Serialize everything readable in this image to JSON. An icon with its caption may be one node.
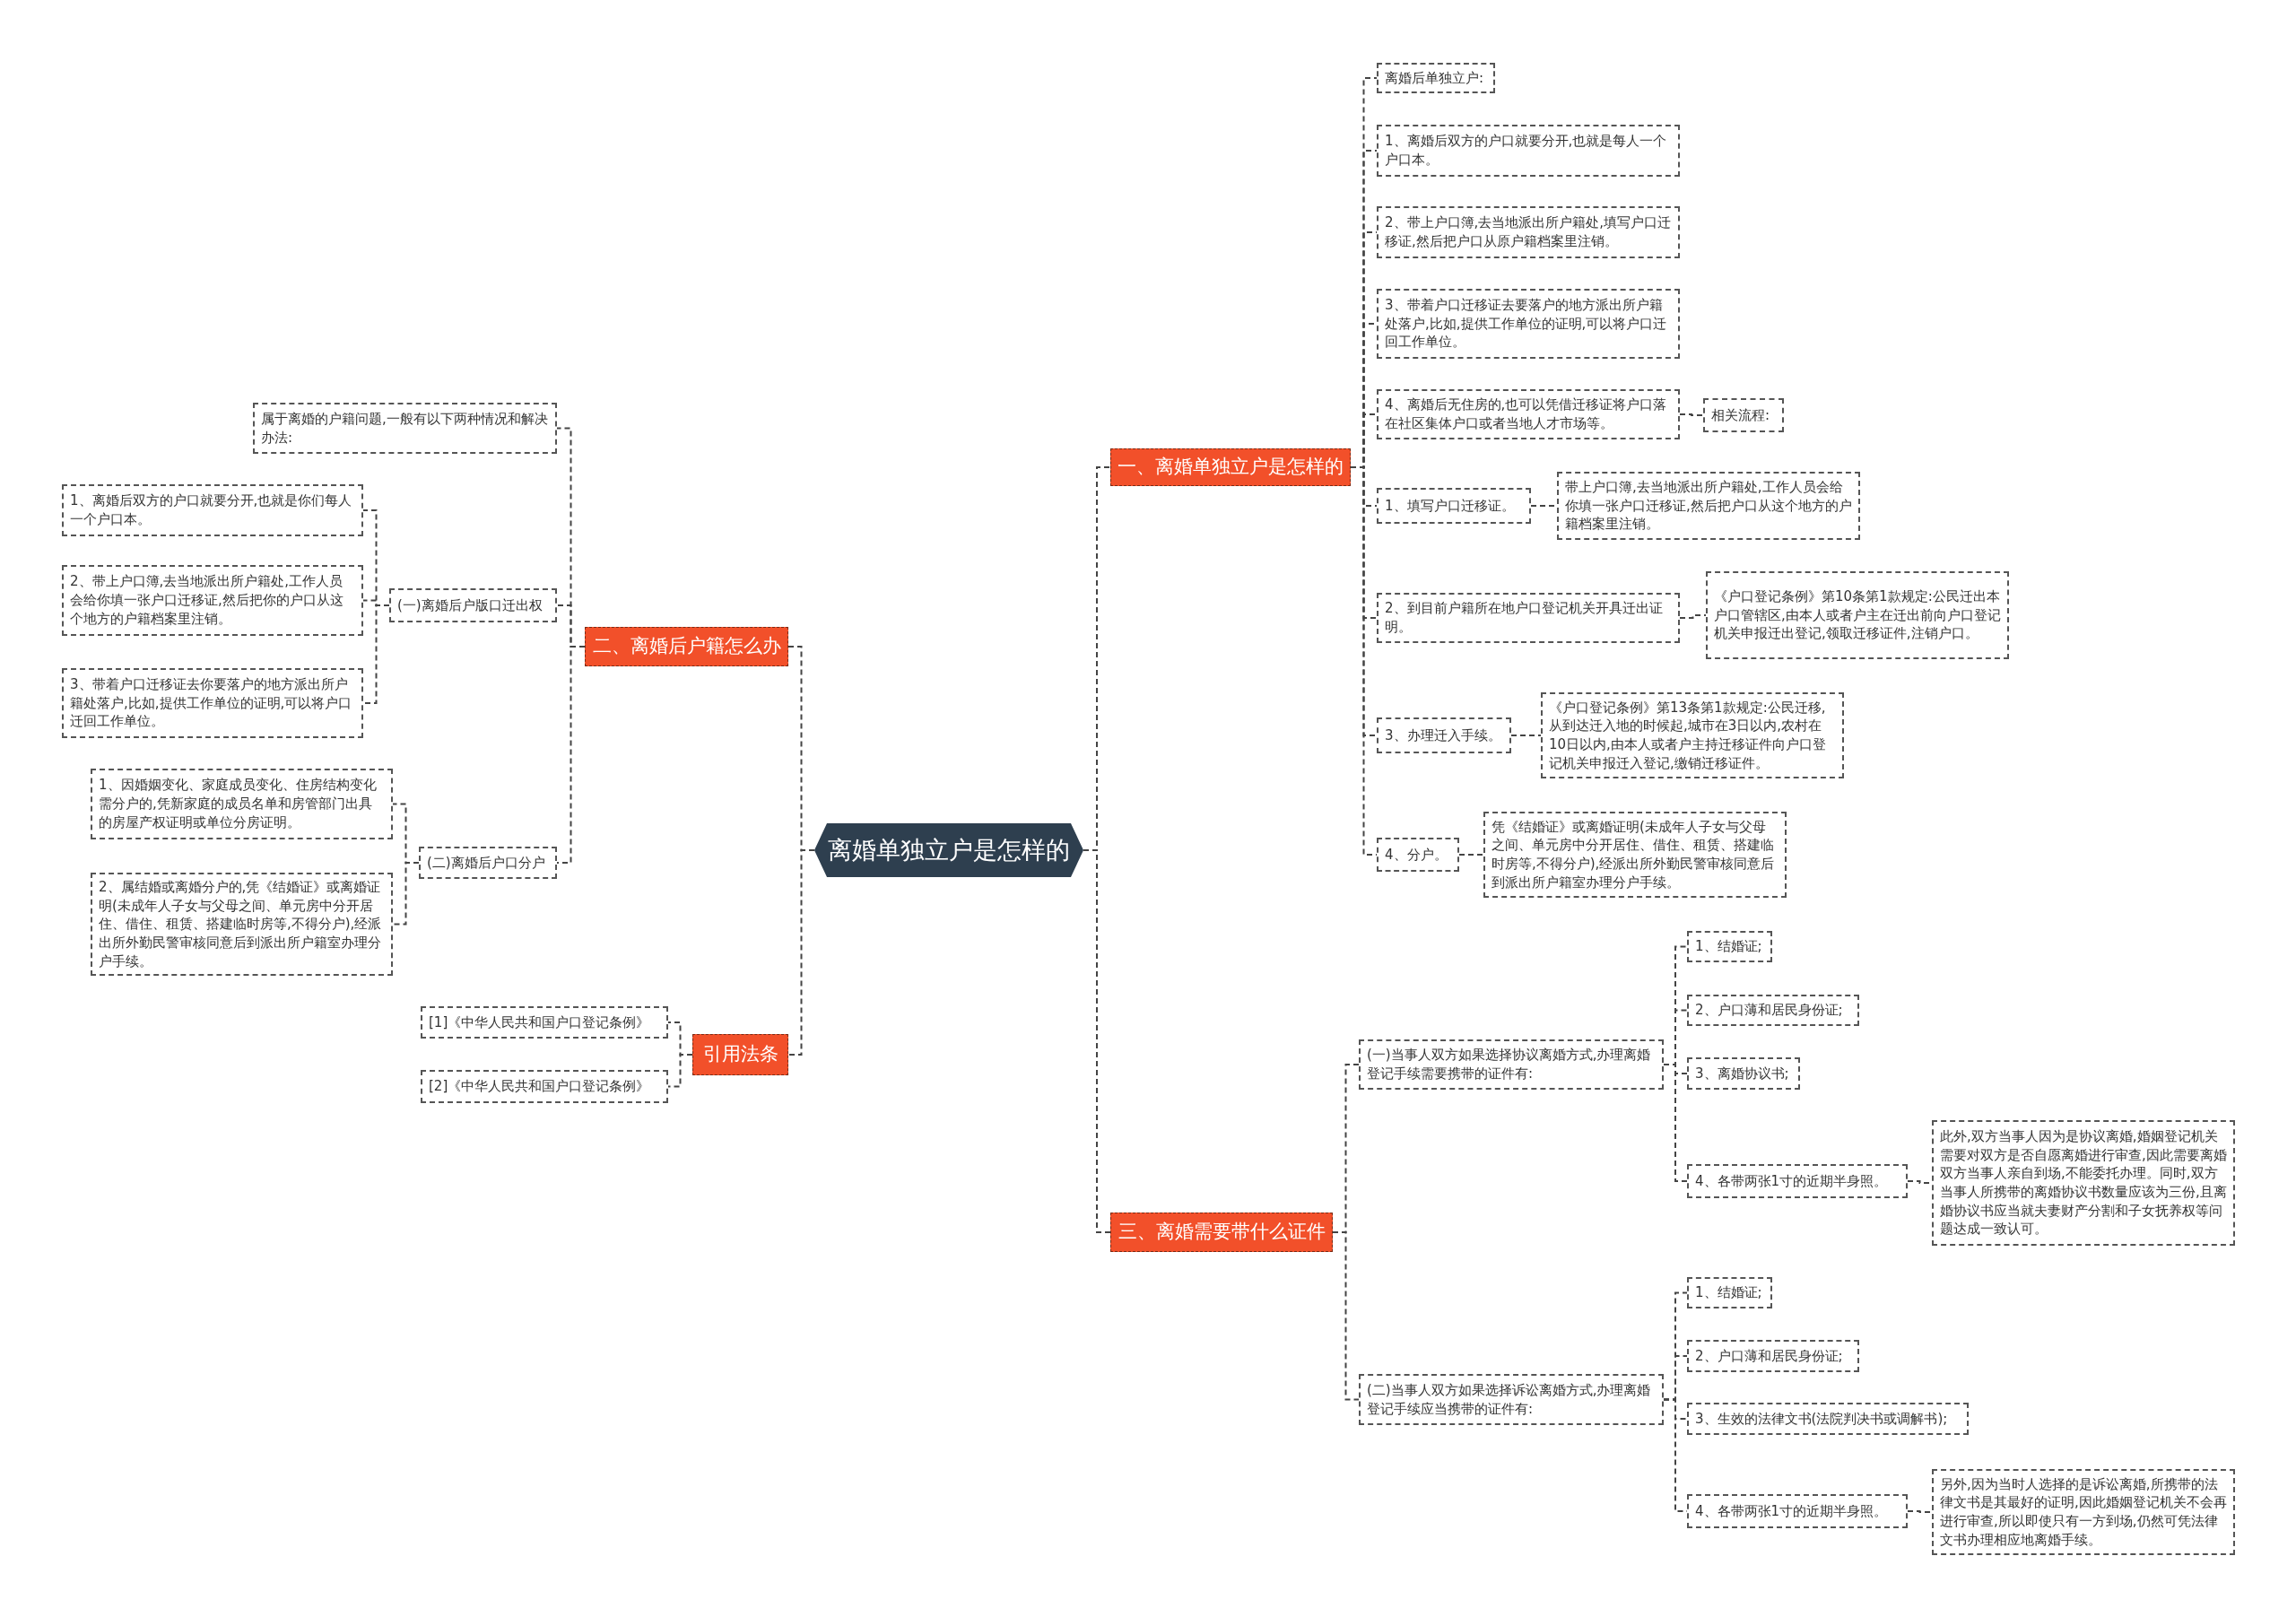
{
  "diagram": {
    "nodes": [
      {
        "text": [
          "离婚单独立户是怎样的"
        ]
      },
      {
        "text": [
          "一、离婚单独立户是怎样的"
        ]
      },
      {
        "text": [
          "离婚后单独立户:"
        ]
      },
      {
        "text": [
          "1、离婚后双方的户口就要分开,也就是每人一个户口本。"
        ]
      },
      {
        "text": [
          "2、带上户口簿,去当地派出所户籍处,填写户口迁移证,然后把户口从原户籍档案里注销。"
        ]
      },
      {
        "text": [
          "3、带着户口迁移证去要落户的地方派出所户籍处落户,比如,提供工作单位的证明,可以将户口迁回工作单位。"
        ]
      },
      {
        "text": [
          "4、离婚后无住房的,也可以凭借迁移证将户口落在社区集体户口或者当地人才市场等。"
        ]
      },
      {
        "text": [
          "相关流程:"
        ]
      },
      {
        "text": [
          "1、填写户口迁移证。"
        ]
      },
      {
        "text": [
          "带上户口簿,去当地派出所户籍处,工作人员会给你填一张户口迁移证,然后把户口从这个地方的户籍档案里注销。"
        ]
      },
      {
        "text": [
          "2、到目前户籍所在地户口登记机关开具迁出证明。"
        ]
      },
      {
        "text": [
          "《户口登记条例》第10条第1款规定:公民迁出本户口管辖区,由本人或者户主在迁出前向户口登记机关申报迁出登记,领取迁移证件,注销户口。"
        ]
      },
      {
        "text": [
          "3、办理迁入手续。"
        ]
      },
      {
        "text": [
          "《户口登记条例》第13条第1款规定:公民迁移,从到达迁入地的时候起,城市在3日以内,农村在10日以内,由本人或者户主持迁移证件向户口登记机关申报迁入登记,缴销迁移证件。"
        ]
      },
      {
        "text": [
          "4、分户。"
        ]
      },
      {
        "text": [
          "凭《结婚证》或离婚证明(未成年人子女与父母之间、单元房中分开居住、借住、租赁、搭建临时房等,不得分户),经派出所外勤民警审核同意后到派出所户籍室办理分户手续。"
        ]
      },
      {
        "text": [
          "三、离婚需要带什么证件"
        ]
      },
      {
        "text": [
          "(一)当事人双方如果选择协议离婚方式,办理离婚登记手续需要携带的证件有:"
        ]
      },
      {
        "text": [
          "1、结婚证;"
        ]
      },
      {
        "text": [
          "2、户口薄和居民身份证;"
        ]
      },
      {
        "text": [
          "3、离婚协议书;"
        ]
      },
      {
        "text": [
          "4、各带两张1寸的近期半身照。"
        ]
      },
      {
        "text": [
          "此外,双方当事人因为是协议离婚,婚姻登记机关需要对双方是否自愿离婚进行审查,因此需要离婚双方当事人亲自到场,不能委托办理。同时,双方当事人所携带的离婚协议书数量应该为三份,且离婚协议书应当就夫妻财产分割和子女抚养权等问题达成一致认可。"
        ]
      },
      {
        "text": [
          "(二)当事人双方如果选择诉讼离婚方式,办理离婚登记手续应当携带的证件有:"
        ]
      },
      {
        "text": [
          "1、结婚证;"
        ]
      },
      {
        "text": [
          "2、户口薄和居民身份证;"
        ]
      },
      {
        "text": [
          "3、生效的法律文书(法院判决书或调解书);"
        ]
      },
      {
        "text": [
          "4、各带两张1寸的近期半身照。"
        ]
      },
      {
        "text": [
          "另外,因为当时人选择的是诉讼离婚,所携带的法律文书是其最好的证明,因此婚姻登记机关不会再进行审查,所以即使只有一方到场,仍然可凭法律文书办理相应地离婚手续。"
        ]
      },
      {
        "text": [
          "二、离婚后户籍怎么办"
        ]
      },
      {
        "text": [
          "属于离婚的户籍问题,一般有以下两种情况和解决办法:"
        ]
      },
      {
        "text": [
          "(一)离婚后户版口迁出权"
        ]
      },
      {
        "text": [
          "1、离婚后双方的户口就要分开,也就是你们每人一个户口本。"
        ]
      },
      {
        "text": [
          "2、带上户口簿,去当地派出所户籍处,工作人员会给你填一张户口迁移证,然后把你的户口从这个地方的户籍档案里注销。"
        ]
      },
      {
        "text": [
          "3、带着户口迁移证去你要落户的地方派出所户籍处落户,比如,提供工作单位的证明,可以将户口迁回工作单位。"
        ]
      },
      {
        "text": [
          "(二)离婚后户口分户"
        ]
      },
      {
        "text": [
          "1、因婚姻变化、家庭成员变化、住房结构变化需分户的,凭新家庭的成员名单和房管部门出具的房屋产权证明或单位分房证明。"
        ]
      },
      {
        "text": [
          "2、属结婚或离婚分户的,凭《结婚证》或离婚证明(未成年人子女与父母之间、单元房中分开居住、借住、租赁、搭建临时房等,不得分户),经派出所外勤民警审核同意后到派出所户籍室办理分户手续。"
        ]
      },
      {
        "text": [
          "引用法条"
        ]
      },
      {
        "text": [
          "[1]《中华人民共和国户口登记条例》"
        ]
      },
      {
        "text": [
          "[2]《中华人民共和国户口登记条例》"
        ]
      }
    ],
    "edges": [
      {
        "from": 0,
        "to": 1,
        "arrow": "none"
      },
      {
        "from": 1,
        "to": 2,
        "arrow": "none"
      },
      {
        "from": 1,
        "to": 3,
        "arrow": "none"
      },
      {
        "from": 1,
        "to": 4,
        "arrow": "none"
      },
      {
        "from": 1,
        "to": 5,
        "arrow": "none"
      },
      {
        "from": 1,
        "to": 6,
        "arrow": "none"
      },
      {
        "from": 6,
        "to": 7,
        "arrow": "none"
      },
      {
        "from": 1,
        "to": 8,
        "arrow": "none"
      },
      {
        "from": 8,
        "to": 9,
        "arrow": "none"
      },
      {
        "from": 1,
        "to": 10,
        "arrow": "none"
      },
      {
        "from": 10,
        "to": 11,
        "arrow": "none"
      },
      {
        "from": 1,
        "to": 12,
        "arrow": "none"
      },
      {
        "from": 12,
        "to": 13,
        "arrow": "none"
      },
      {
        "from": 1,
        "to": 14,
        "arrow": "none"
      },
      {
        "from": 14,
        "to": 15,
        "arrow": "none"
      },
      {
        "from": 0,
        "to": 16,
        "arrow": "none"
      },
      {
        "from": 16,
        "to": 17,
        "arrow": "none"
      },
      {
        "from": 17,
        "to": 18,
        "arrow": "none"
      },
      {
        "from": 17,
        "to": 19,
        "arrow": "none"
      },
      {
        "from": 17,
        "to": 20,
        "arrow": "none"
      },
      {
        "from": 17,
        "to": 21,
        "arrow": "none"
      },
      {
        "from": 21,
        "to": 22,
        "arrow": "none"
      },
      {
        "from": 16,
        "to": 23,
        "arrow": "none"
      },
      {
        "from": 23,
        "to": 24,
        "arrow": "none"
      },
      {
        "from": 23,
        "to": 25,
        "arrow": "none"
      },
      {
        "from": 23,
        "to": 26,
        "arrow": "none"
      },
      {
        "from": 23,
        "to": 27,
        "arrow": "none"
      },
      {
        "from": 27,
        "to": 28,
        "arrow": "none"
      },
      {
        "from": 0,
        "to": 29,
        "arrow": "none"
      },
      {
        "from": 29,
        "to": 30,
        "arrow": "none"
      },
      {
        "from": 29,
        "to": 31,
        "arrow": "none"
      },
      {
        "from": 31,
        "to": 32,
        "arrow": "none"
      },
      {
        "from": 31,
        "to": 33,
        "arrow": "none"
      },
      {
        "from": 31,
        "to": 34,
        "arrow": "none"
      },
      {
        "from": 29,
        "to": 35,
        "arrow": "none"
      },
      {
        "from": 35,
        "to": 36,
        "arrow": "none"
      },
      {
        "from": 35,
        "to": 37,
        "arrow": "none"
      },
      {
        "from": 0,
        "to": 38,
        "arrow": "none"
      },
      {
        "from": 38,
        "to": 39,
        "arrow": "none"
      },
      {
        "from": 38,
        "to": 40,
        "arrow": "none"
      }
    ]
  }
}
